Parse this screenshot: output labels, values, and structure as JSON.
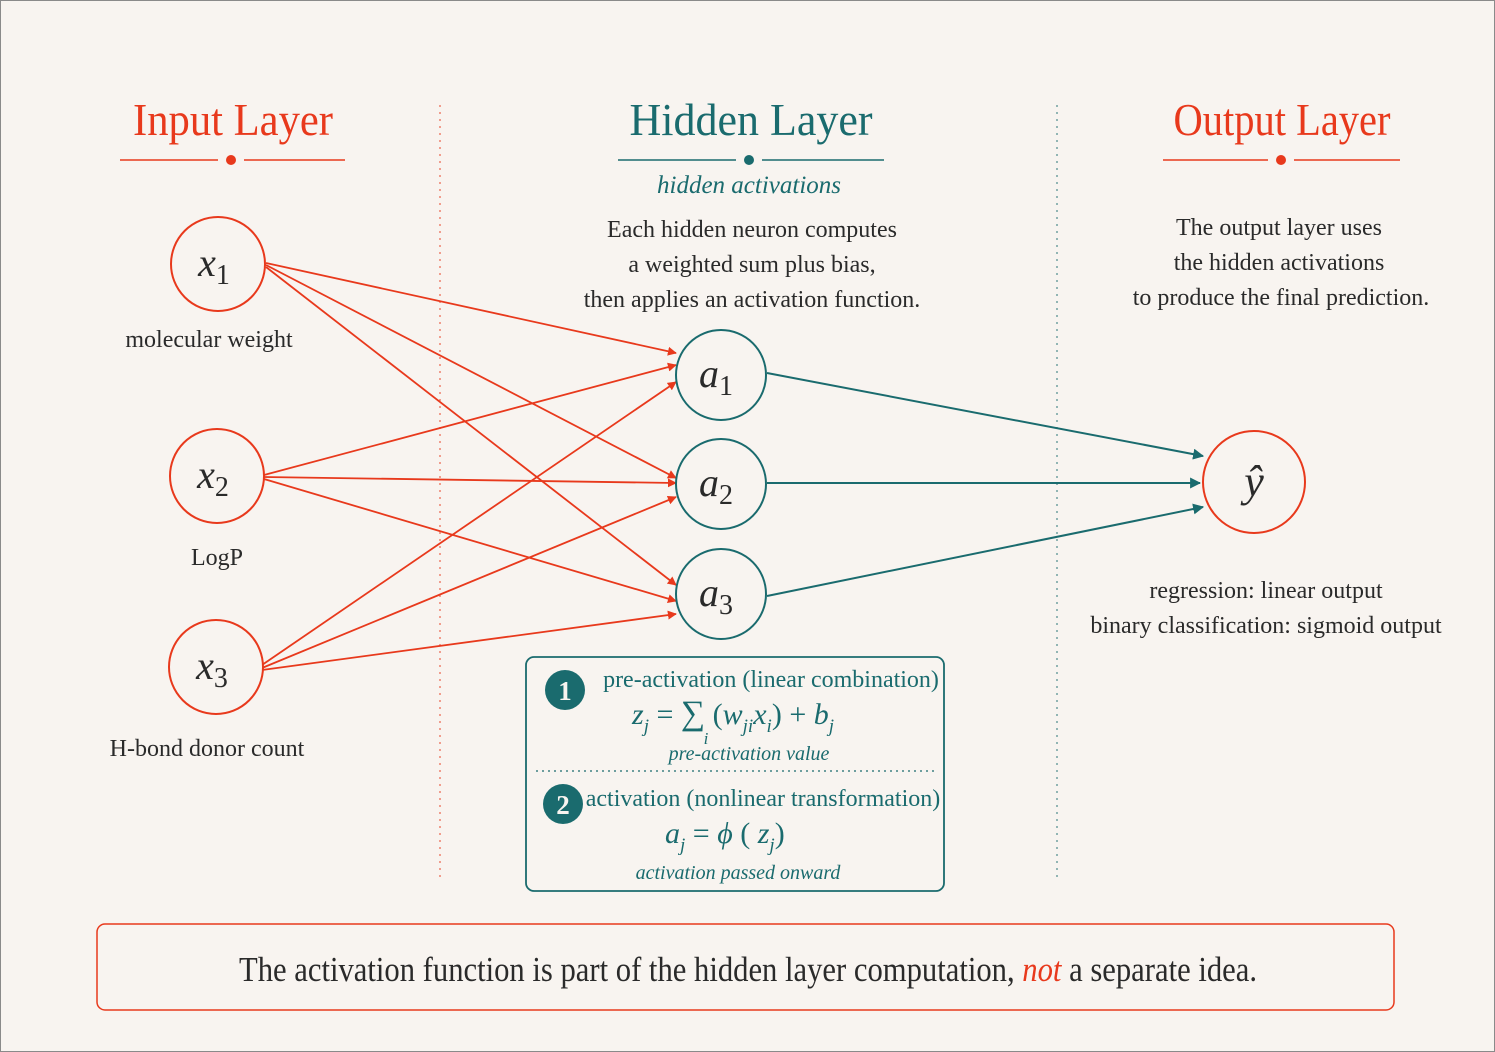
{
  "colors": {
    "input": "#e8391c",
    "hidden": "#1a6b6e",
    "text": "#2a2a2a",
    "background": "#f8f4f0"
  },
  "input_layer": {
    "title": "Input Layer",
    "nodes": [
      {
        "var": "x",
        "sub": "1",
        "label": "molecular weight"
      },
      {
        "var": "x",
        "sub": "2",
        "label": "LogP"
      },
      {
        "var": "x",
        "sub": "3",
        "label": "H-bond donor count"
      }
    ]
  },
  "hidden_layer": {
    "title": "Hidden Layer",
    "subtitle": "hidden activations",
    "description": [
      "Each hidden neuron computes",
      "a weighted sum plus bias,",
      "then applies an activation function."
    ],
    "nodes": [
      {
        "var": "a",
        "sub": "1"
      },
      {
        "var": "a",
        "sub": "2"
      },
      {
        "var": "a",
        "sub": "3"
      }
    ]
  },
  "output_layer": {
    "title": "Output Layer",
    "description": [
      "The output layer uses",
      "the hidden activations",
      "to produce the final prediction."
    ],
    "node": {
      "var": "ŷ"
    },
    "notes": [
      "regression: linear output",
      "binary classification: sigmoid output"
    ]
  },
  "formula_box": {
    "step1": {
      "number": "1",
      "title": "pre-activation (linear combination)",
      "lhs": "z",
      "lhs_sub": "j",
      "sum_sym": "∑",
      "sum_sub": "i",
      "w": "w",
      "w_sub": "ji",
      "x": "x",
      "x_sub": "i",
      "bias": "b",
      "bias_sub": "j",
      "caption": "pre-activation value"
    },
    "step2": {
      "number": "2",
      "title": "activation (nonlinear transformation)",
      "lhs": "a",
      "lhs_sub": "j",
      "fn": "ϕ",
      "arg": "z",
      "arg_sub": "j",
      "caption": "activation passed onward"
    }
  },
  "footer": {
    "before": "The activation function is part of the hidden layer computation,",
    "emphasis": "not",
    "after": "a separate idea."
  }
}
